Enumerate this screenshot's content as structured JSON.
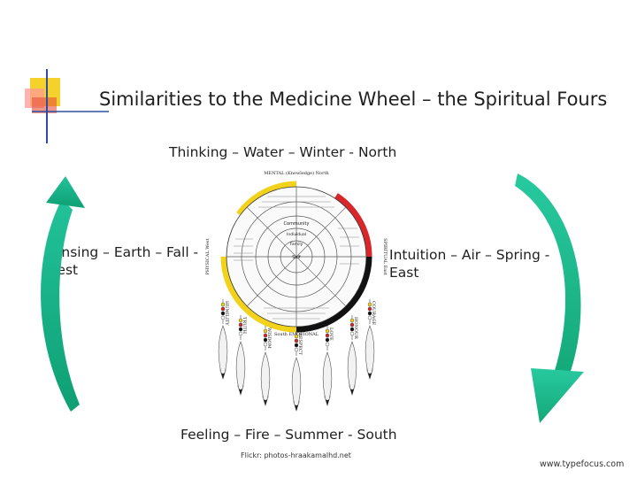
{
  "slide": {
    "title": "Similarities to the Medicine Wheel – the Spiritual Fours",
    "directions": {
      "north": "Thinking – Water – Winter - North",
      "west": "Sensing – Earth – Fall - West",
      "east": "Intuition – Air – Spring - East",
      "south": "Feeling – Fire – Summer - South"
    },
    "credit": "Flickr: photos-hraakamalhd.net",
    "footer": "www.typefocus.com"
  },
  "wheel": {
    "top_label": "MENTAL (Knowledge) North",
    "bottom_label": "South EMOTIONAL",
    "left_label": "PHYSICAL West",
    "right_label": "SPIRITUAL East",
    "inner": [
      "Community",
      "Individual",
      "Family",
      "Self"
    ],
    "feathers": [
      "HUMILITY",
      "TRUTH",
      "WISDOM",
      "RESPECT",
      "LOVE",
      "HONOUR",
      "COURAGE"
    ]
  },
  "colors": {
    "yellow": "#f2d21a",
    "red": "#d9262b",
    "black": "#111111",
    "white": "#ffffff",
    "arrow_green": "#1fb88a",
    "decor_yellow": "#f5d22b",
    "decor_red": "#e8503a",
    "decor_blue": "#2d4fa3"
  }
}
